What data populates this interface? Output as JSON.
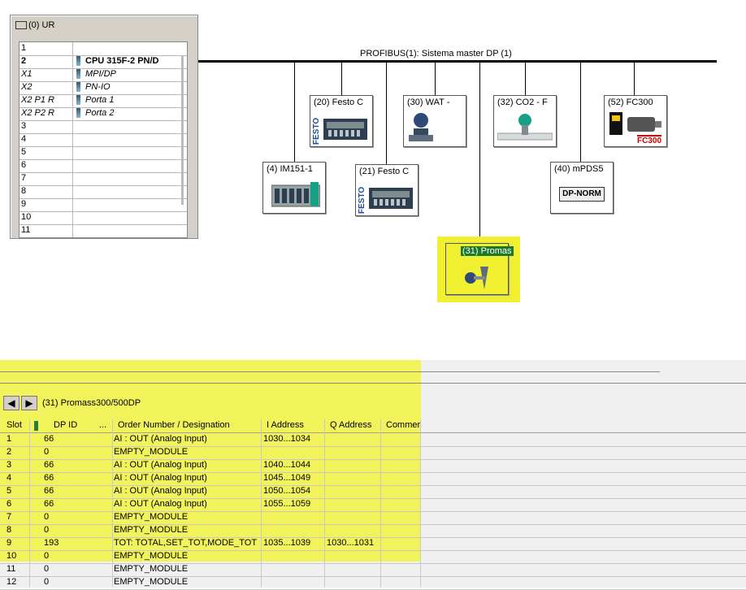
{
  "rack": {
    "title": "(0) UR",
    "rows": [
      {
        "slot": "1",
        "module": "",
        "style": "",
        "icon": false
      },
      {
        "slot": "2",
        "module": "CPU 315F-2 PN/D",
        "style": "bold",
        "icon": true
      },
      {
        "slot": "X1",
        "module": "MPI/DP",
        "style": "ital",
        "icon": true
      },
      {
        "slot": "X2",
        "module": "PN-IO",
        "style": "ital",
        "icon": true
      },
      {
        "slot": "X2 P1 R",
        "module": "Porta 1",
        "style": "ital",
        "icon": true
      },
      {
        "slot": "X2 P2 R",
        "module": "Porta 2",
        "style": "ital",
        "icon": true
      },
      {
        "slot": "3",
        "module": "",
        "style": "",
        "icon": false
      },
      {
        "slot": "4",
        "module": "",
        "style": "",
        "icon": false
      },
      {
        "slot": "5",
        "module": "",
        "style": "",
        "icon": false
      },
      {
        "slot": "6",
        "module": "",
        "style": "",
        "icon": false
      },
      {
        "slot": "7",
        "module": "",
        "style": "",
        "icon": false
      },
      {
        "slot": "8",
        "module": "",
        "style": "",
        "icon": false
      },
      {
        "slot": "9",
        "module": "",
        "style": "",
        "icon": false
      },
      {
        "slot": "10",
        "module": "",
        "style": "",
        "icon": false
      },
      {
        "slot": "11",
        "module": "",
        "style": "",
        "icon": false
      }
    ]
  },
  "network": {
    "bus_label": "PROFIBUS(1): Sistema master DP (1)",
    "nodes": [
      {
        "id": "n20",
        "label": "(20) Festo C",
        "icon": "festo-valve-terminal-icon"
      },
      {
        "id": "n30",
        "label": "(30) WAT -",
        "icon": "flowmeter-icon"
      },
      {
        "id": "n32",
        "label": "(32) CO2 - F",
        "icon": "analyzer-icon"
      },
      {
        "id": "n52",
        "label": "(52) FC300",
        "icon": "drive-fc300-icon",
        "badge": "FC300"
      },
      {
        "id": "n4",
        "label": "(4) IM151-1",
        "icon": "et200s-icon"
      },
      {
        "id": "n21",
        "label": "(21) Festo C",
        "icon": "festo-valve-terminal-icon"
      },
      {
        "id": "n40",
        "label": "(40) mPDS5",
        "icon": "dp-norm-icon",
        "badge": "DP-NORM"
      },
      {
        "id": "n31",
        "label": "(31) Promas",
        "icon": "promass-flowmeter-icon"
      }
    ],
    "festo_text": "FESTO"
  },
  "detail": {
    "nav_back": "◀",
    "nav_forward": "▶",
    "title": "(31)  Promass300/500DP",
    "columns": {
      "slot": "Slot",
      "dpid": "DP ID",
      "dots": "...",
      "order": "Order Number / Designation",
      "iaddr": "I Address",
      "qaddr": "Q Address",
      "comment": "Commer"
    },
    "rows": [
      {
        "slot": "1",
        "dpid": "66",
        "order": "AI : OUT (Analog Input)",
        "iaddr": "1030...1034",
        "qaddr": ""
      },
      {
        "slot": "2",
        "dpid": "0",
        "order": "EMPTY_MODULE",
        "iaddr": "",
        "qaddr": ""
      },
      {
        "slot": "3",
        "dpid": "66",
        "order": "AI : OUT (Analog Input)",
        "iaddr": "1040...1044",
        "qaddr": ""
      },
      {
        "slot": "4",
        "dpid": "66",
        "order": "AI : OUT (Analog Input)",
        "iaddr": "1045...1049",
        "qaddr": ""
      },
      {
        "slot": "5",
        "dpid": "66",
        "order": "AI : OUT (Analog Input)",
        "iaddr": "1050...1054",
        "qaddr": ""
      },
      {
        "slot": "6",
        "dpid": "66",
        "order": "AI : OUT (Analog Input)",
        "iaddr": "1055...1059",
        "qaddr": ""
      },
      {
        "slot": "7",
        "dpid": "0",
        "order": "EMPTY_MODULE",
        "iaddr": "",
        "qaddr": ""
      },
      {
        "slot": "8",
        "dpid": "0",
        "order": "EMPTY_MODULE",
        "iaddr": "",
        "qaddr": ""
      },
      {
        "slot": "9",
        "dpid": "193",
        "order": "TOT: TOTAL,SET_TOT,MODE_TOT",
        "iaddr": "1035...1039",
        "qaddr": "1030...1031"
      },
      {
        "slot": "10",
        "dpid": "0",
        "order": "EMPTY_MODULE",
        "iaddr": "",
        "qaddr": ""
      },
      {
        "slot": "11",
        "dpid": "0",
        "order": "EMPTY_MODULE",
        "iaddr": "",
        "qaddr": ""
      },
      {
        "slot": "12",
        "dpid": "0",
        "order": "EMPTY_MODULE",
        "iaddr": "",
        "qaddr": ""
      }
    ]
  },
  "colors": {
    "highlight": "#f0f030",
    "bus": "#000000",
    "festo_blue": "#1d4aa8",
    "fc300_red": "#cc0000"
  }
}
